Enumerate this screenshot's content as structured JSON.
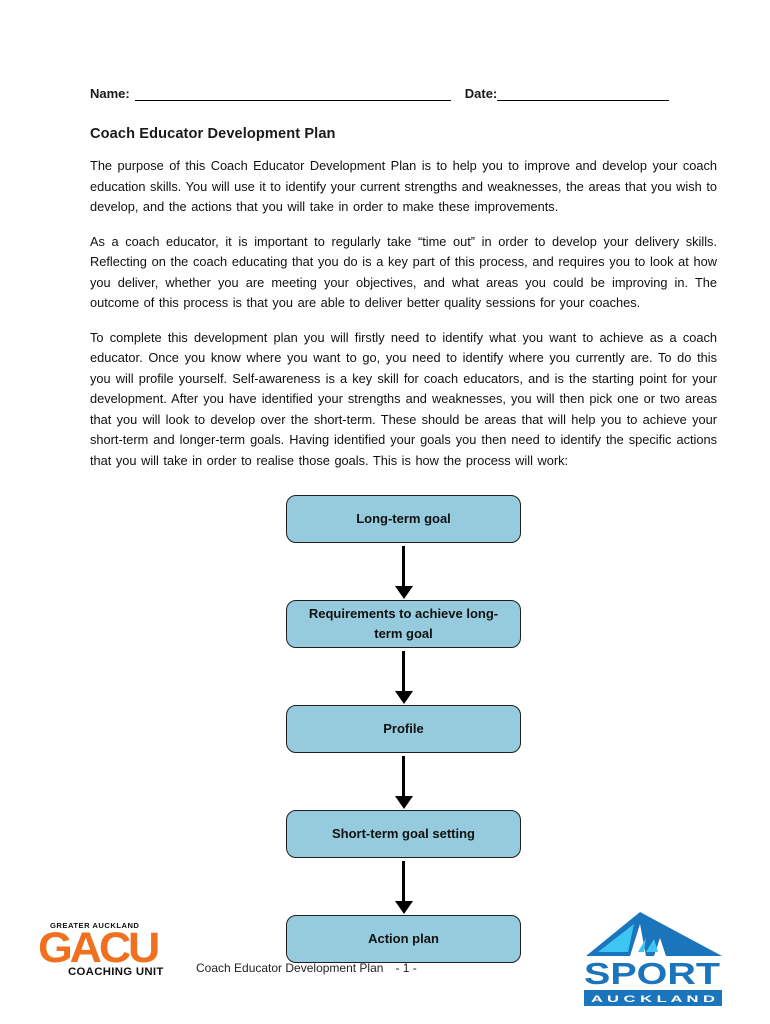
{
  "document": {
    "fields": {
      "name_label": "Name:",
      "date_label": "Date:"
    },
    "title": "Coach Educator Development Plan",
    "paragraphs": [
      "The purpose of this Coach Educator Development Plan is to help you to improve and develop your coach education skills. You will use it to identify your current strengths and weaknesses, the areas that you wish to develop, and the actions that you will take in order to make these improvements.",
      "As a coach educator, it is important to regularly take “time out” in order to develop your delivery skills. Reflecting on the coach educating that you do is a key part of this process, and requires you to look at how you deliver, whether you are meeting your objectives, and what areas you could be improving in. The outcome of this process is that you are able to deliver better quality sessions for your coaches.",
      "To complete this development plan you will firstly need to identify what you want to achieve as a coach educator. Once you know where you want to go, you need to identify where you currently are. To do this you will profile yourself. Self-awareness is a key skill for coach educators, and is the starting point for your development. After you have identified your strengths and weaknesses, you will then pick one or two areas that you will look to develop over the short-term. These should be areas that will help you to achieve your short-term and longer-term goals. Having identified your goals you then need to identify the specific actions that you will take in order to realise those goals. This is how the process will work:"
    ],
    "flowchart": {
      "steps": [
        {
          "label": "Long-term goal"
        },
        {
          "label": "Requirements to achieve long-term goal"
        },
        {
          "label": "Profile"
        },
        {
          "label": "Short-term goal setting"
        },
        {
          "label": "Action plan"
        }
      ]
    },
    "footer": {
      "doc_title": "Coach Educator Development Plan",
      "page_number": "- 1 -"
    },
    "logos": {
      "gacu": {
        "region": "GREATER AUCKLAND",
        "acronym": "GACU",
        "unit": "COACHING UNIT",
        "orange": "#F0701F"
      },
      "sport_auckland": {
        "name": "SPORT",
        "city": "A U C K L A N D",
        "blue": "#1B75BC",
        "cyan": "#3EC6F2"
      }
    },
    "colors": {
      "flow_box_fill": "#95CBDD",
      "flow_box_border": "#1f1f1f"
    }
  }
}
